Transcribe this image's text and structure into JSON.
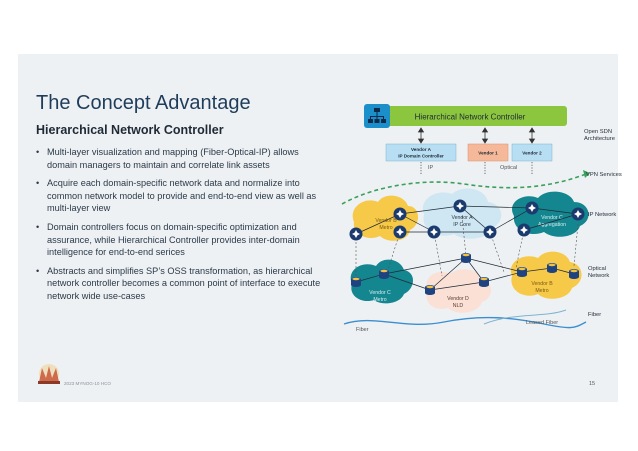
{
  "slide": {
    "title": "The Concept Advantage",
    "subtitle": "Hierarchical Network Controller",
    "bullets": [
      "Multi-layer visualization and mapping (Fiber-Optical-IP) allows domain managers to maintain and correlate link assets",
      "Acquire each domain-specific network data and normalize into common network model to provide and end-to-end view as well as multi-layer view",
      "Domain controllers focus on domain-specific optimization and assurance, while Hierarchical Controller provides inter-domain intelligence for end-to-end serices",
      "Abstracts and simplifies SP’s OSS transformation, as hierarchical network controller becomes a common point of interface to execute network wide use-cases"
    ],
    "footer": "2023 MYNOG-10 HCO",
    "page_number": "15"
  },
  "diagram": {
    "controller_label": "Hierarchical Network Controller",
    "domain_controllers": {
      "vendor_a_line1": "Vendor A",
      "vendor_a_line2": "IP Domain Controller",
      "vendor_1": "Vendor 1",
      "vendor_2": "Vendor 2"
    },
    "ip_label": "IP",
    "optical_label": "Optical",
    "clouds": {
      "vendor_b_metro_top": [
        "Vendor B",
        "Metro"
      ],
      "vendor_a_ip_core": [
        "Vendor A",
        "IP Core"
      ],
      "vendor_c_aggregation": [
        "Vendor C",
        "Aggregation"
      ],
      "vendor_c_metro": [
        "Vendor C",
        "Metro"
      ],
      "vendor_d_nld": [
        "Vendor D",
        "NLD"
      ],
      "vendor_b_metro_bottom": [
        "Vendor B",
        "Metro"
      ]
    },
    "right_labels": {
      "open_sdn": [
        "Open SDN",
        "Architecture"
      ],
      "vpn_services": "VPN Services",
      "ip_network": "IP Network",
      "optical_network": [
        "Optical",
        "Network"
      ],
      "fiber": "Fiber"
    },
    "fiber_labels": {
      "fiber": "Fiber",
      "leased_fiber": "Leased Fiber"
    },
    "colors": {
      "controller_green": "#8cc63f",
      "controller_icon_blue": "#1a8fc9",
      "cloud_yellow": "#f7c948",
      "cloud_teal": "#13868f",
      "cloud_lightblue": "#cfe7f3",
      "cloud_pink": "#fbe0d6",
      "vendor1_orange": "#f5b99a",
      "vendor2_blue": "#b7def2",
      "vpn_green_dash": "#3aa05a",
      "router_dark": "#1b3b6f"
    }
  }
}
